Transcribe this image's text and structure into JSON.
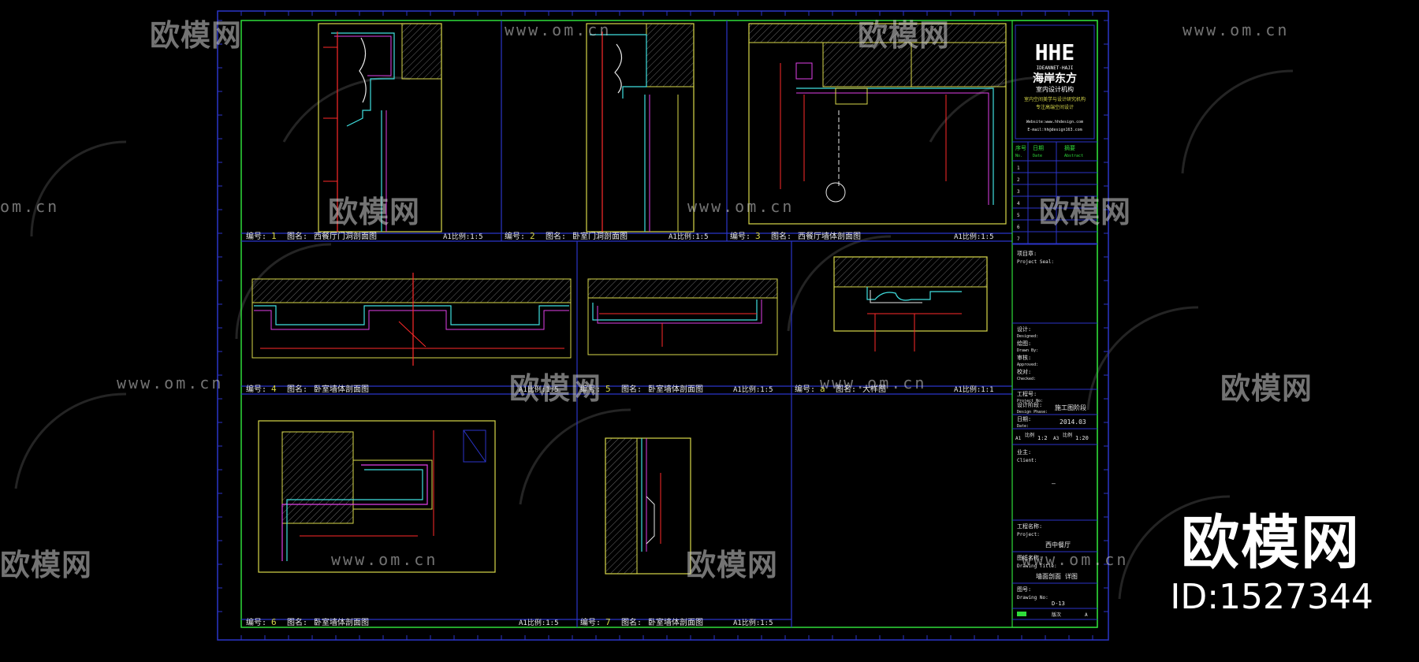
{
  "colors": {
    "bg": "#000000",
    "frame_blue": "#2b35c9",
    "frame_green": "#2fdc3a",
    "cad_yellow": "#d8d84a",
    "cad_red": "#ff2a2a",
    "cad_magenta": "#e040e8",
    "cad_cyan": "#40e0e0",
    "cad_white": "#e8e8e8"
  },
  "watermark": {
    "brand": "欧模网",
    "id": "ID:1527344",
    "url": "www.om.cn",
    "url_partial": "om.cn"
  },
  "panels": [
    {
      "no": "1",
      "title": "西餐厅门洞剖面图",
      "scale": "A1比例:1:5"
    },
    {
      "no": "2",
      "title": "卧室门洞剖面图",
      "scale": "A1比例:1:5"
    },
    {
      "no": "3",
      "title": "西餐厅墙体剖面图",
      "scale": "A1比例:1:5"
    },
    {
      "no": "4",
      "title": "卧室墙体剖面图",
      "scale": "A1比例:1:5"
    },
    {
      "no": "5",
      "title": "卧室墙体剖面图",
      "scale": "A1比例:1:5"
    },
    {
      "no": "6",
      "title": "卧室墙体剖面图",
      "scale": "A1比例:1:5"
    },
    {
      "no": "7",
      "title": "卧室墙体剖面图",
      "scale": "A1比例:1:5"
    },
    {
      "no": "a",
      "title": "大样图",
      "scale": "A1比例:1:1"
    }
  ],
  "labels": {
    "no_prefix": "编号:",
    "title_prefix": "图名:"
  },
  "title_block": {
    "logo_text": "HHE",
    "company_en": "IDEANNET·HAJI",
    "company_cn": "海岸东方",
    "company_sub": "室内设计机构",
    "tag1": "室内空间美学与设计研究机构",
    "tag2": "专注高端空间设计",
    "site": "Website:www.hhdesign.com",
    "email": "E-mail:hh@design163.com",
    "table_head": [
      "序号",
      "日期",
      "摘要"
    ],
    "table_head_en": [
      "No.",
      "Date",
      "Abstract"
    ],
    "rows": [
      "1",
      "2",
      "3",
      "4",
      "5",
      "6",
      "7"
    ],
    "project_seal": "项目章:",
    "project_seal_en": "Project Seal:",
    "designed": "设计:",
    "designed_en": "Designed:",
    "drawn": "绘图:",
    "drawn_en": "Drawn By:",
    "approved": "审核:",
    "approved_en": "Approved:",
    "checked": "校对:",
    "checked_en": "Checked:",
    "project_no": "工程号:",
    "project_no_en": "Project No:",
    "stage": "设计阶段:",
    "stage_en": "Design Phase:",
    "stage_val": "施工图阶段",
    "date": "日期:",
    "date_en": "Date:",
    "date_val": "2014.03",
    "scale_a1": "A1",
    "scale_a1_lbl": "比例",
    "scale_a1_val": "1:2",
    "scale_a3": "A3",
    "scale_a3_lbl": "比例",
    "scale_a3_val": "1:20",
    "client": "业主:",
    "client_en": "Client:",
    "dash": "—",
    "project": "工程名称:",
    "project_en": "Project:",
    "project_val": "西中餐厅",
    "drawing_title": "图纸名称:",
    "drawing_title_en": "Drawing Title:",
    "drawing_title_val": "墙面剖面 详图",
    "drawing_no": "图号:",
    "drawing_no_en": "Drawing No:",
    "drawing_no_val": "D-13",
    "footer": "版次",
    "footer_val": "A"
  }
}
